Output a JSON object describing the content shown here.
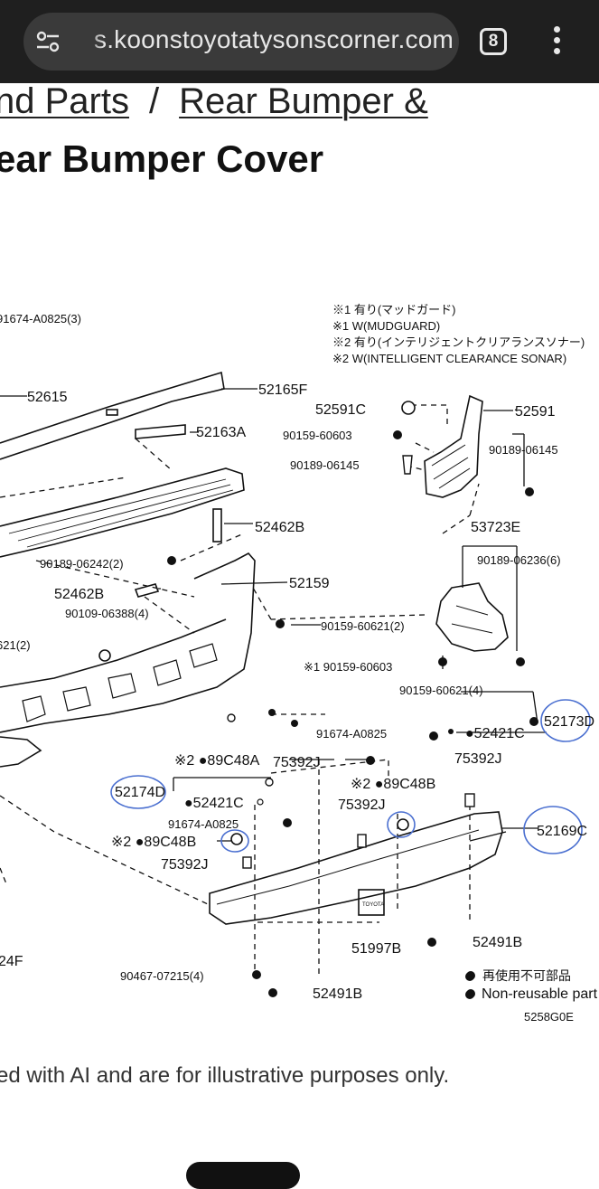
{
  "browser": {
    "url": "s.koonstoyotatysonscorner.com",
    "tab_count": "8"
  },
  "breadcrumb": {
    "item1": "nd Parts",
    "separator": "/",
    "item2": "Rear Bumper &"
  },
  "page_title": "ear Bumper Cover",
  "diagram": {
    "notes": [
      "※1 有り(マッドガード)",
      "※1 W(MUDGUARD)",
      "※2 有り(インテリジェントクリアランスソナー)",
      "※2 W(INTELLIGENT CLEARANCE SONAR)"
    ],
    "labels": {
      "p91674a0825_3": "91674-A0825(3)",
      "p52615": "52615",
      "p52165f": "52165F",
      "p52163a": "52163A",
      "p52591c": "52591C",
      "p52591": "52591",
      "p90159_60603a": "90159-60603",
      "p90189_06145a": "90189-06145",
      "p90189_06145b": "90189-06145",
      "p52462b_a": "52462B",
      "p53723e": "53723E",
      "p90189_06236_6": "90189-06236(6)",
      "p90189_06242_2": "90189-06242(2)",
      "p52159": "52159",
      "p52462b_b": "52462B",
      "p90109_06388_4": "90109-06388(4)",
      "p90159_60621_2": "90159-60621(2)",
      "p621_2": "621(2)",
      "p90159_60603b": "※1 90159-60603",
      "p90159_60621_4": "90159-60621(4)",
      "p52173d": "52173D",
      "p91674a0825b": "91674-A0825",
      "p52421c_a": "●52421C",
      "p89c48a": "※2 ●89C48A",
      "p75392j_a": "75392J",
      "p75392j_b": "75392J",
      "p89c48b_a": "※2 ●89C48B",
      "p52174d": "52174D",
      "p52421c_b": "●52421C",
      "p75392j_c": "75392J",
      "p52169c": "52169C",
      "p91674a0825c": "91674-A0825",
      "p89c48b_b": "※2 ●89C48B",
      "p75392j_d": "75392J",
      "p52491b_a": "52491B",
      "p51997b": "51997B",
      "p24f": "24F",
      "p90467_07215_4": "90467-07215(4)",
      "p52491b_b": "52491B"
    },
    "legend_jp": "再使用不可部品",
    "legend_en": "Non-reusable part",
    "diagram_code": "5258G0E",
    "emblem_text": "TOYOTA"
  },
  "caption": "ed with AI and are for illustrative purposes only.",
  "colors": {
    "browser_bar": "#1f1f1f",
    "url_pill": "#3a3a3a",
    "annotation_blue": "#4a6fd0"
  }
}
